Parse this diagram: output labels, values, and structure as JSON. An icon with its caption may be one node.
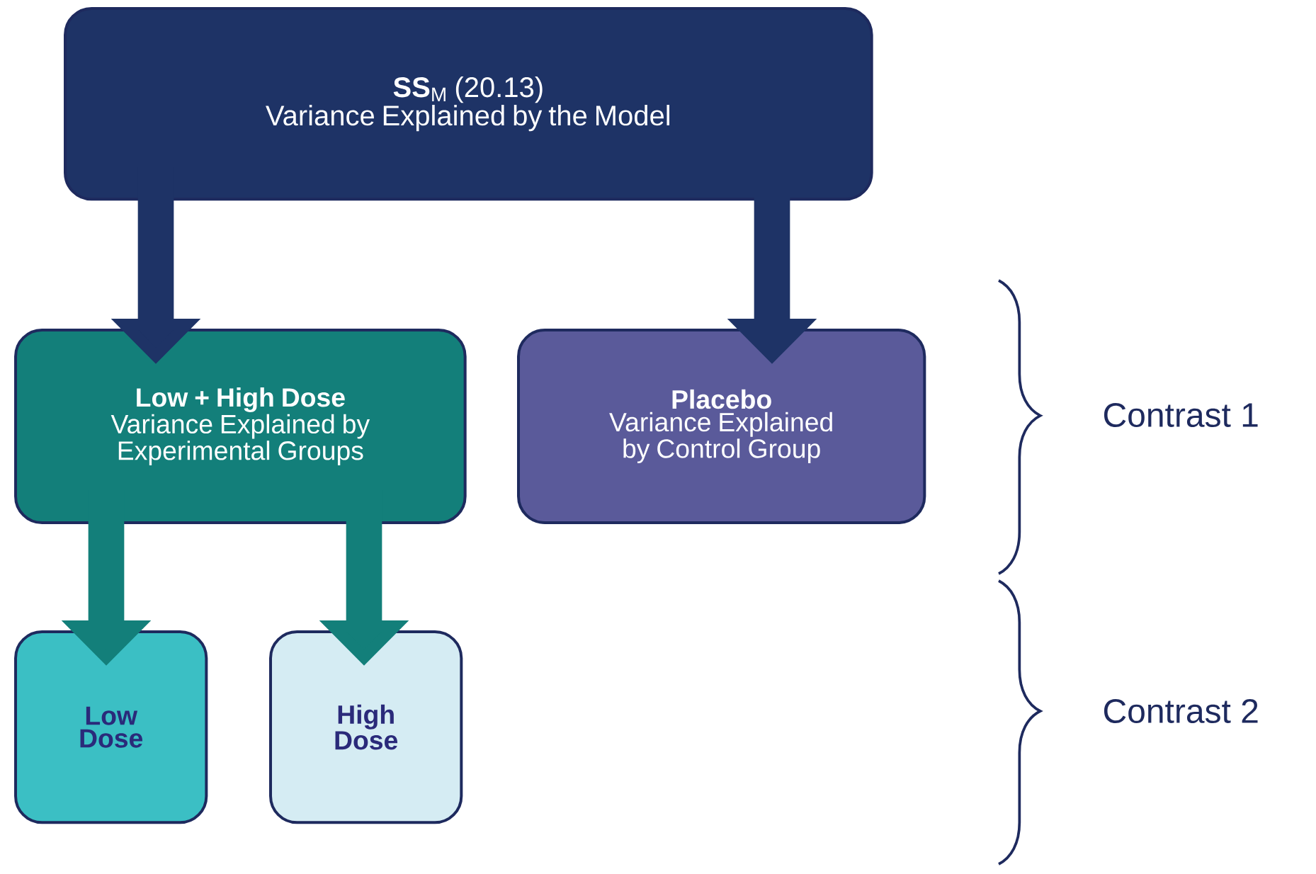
{
  "diagram": {
    "nodes": [
      {
        "text": [
          "**SS**$_{M}$ (20.13)",
          "Variance Explained by the Model"
        ]
      },
      {
        "text": [
          "Low + High Dose",
          "Variance Explained by Experimental Groups"
        ]
      },
      {
        "text": [
          "Placebo",
          "Variance Explained by Control Group"
        ]
      },
      {
        "text": [
          "Low Dose"
        ]
      },
      {
        "text": [
          "High Dose"
        ]
      }
    ],
    "edges": [
      {
        "from": 0,
        "to": 1,
        "arrow": "to",
        "color": "#1e3366"
      },
      {
        "from": 0,
        "to": 2,
        "arrow": "to",
        "color": "#1e3366"
      },
      {
        "from": 1,
        "to": 3,
        "arrow": "to",
        "color": "#137f7a"
      },
      {
        "from": 1,
        "to": 4,
        "arrow": "to",
        "color": "#137f7a"
      }
    ],
    "labels": [
      "Contrast 1",
      "Contrast 2"
    ]
  }
}
